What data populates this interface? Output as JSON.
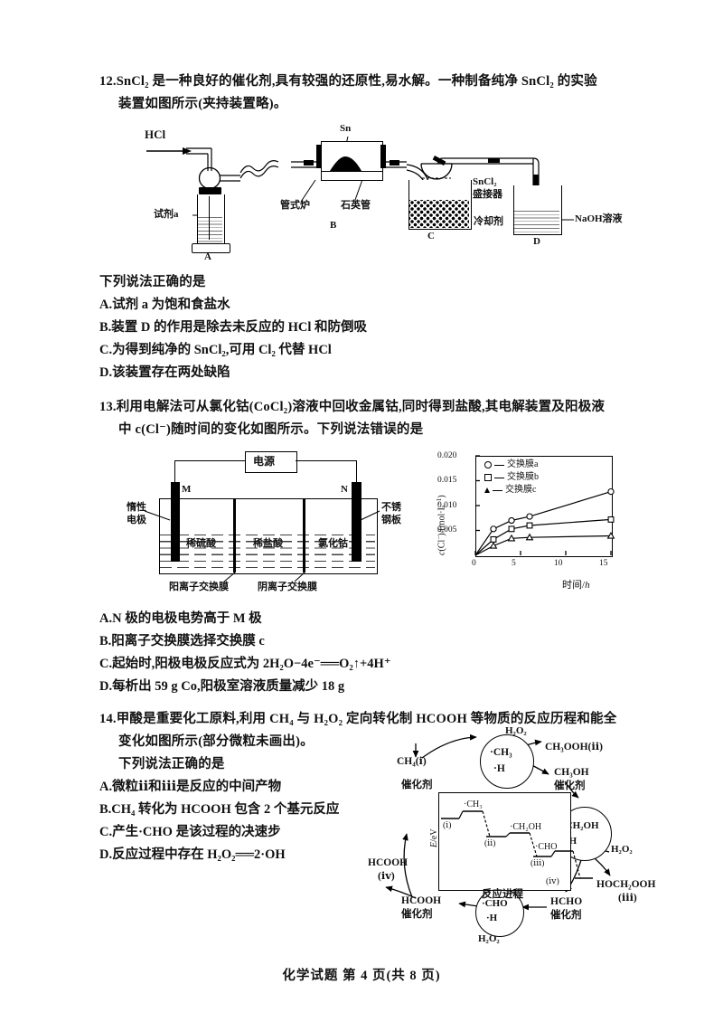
{
  "page": {
    "footer": "化学试题  第 4 页(共 8 页)",
    "paper_width": 800,
    "paper_height": 1130
  },
  "questions": [
    {
      "number": "12.",
      "stem_line1": "SnCl₂ 是一种良好的催化剂,具有较强的还原性,易水解。一种制备纯净 SnCl₂ 的实验",
      "stem_line2": "装置如图所示(夹持装置略)。",
      "prompt": "下列说法正确的是",
      "options": [
        "A.试剂 a 为饱和食盐水",
        "B.装置 D 的作用是除去未反应的 HCl 和防倒吸",
        "C.为得到纯净的 SnCl₂,可用 Cl₂ 代替 HCl",
        "D.该装置存在两处缺陷"
      ],
      "figure_labels": {
        "hcl": "HCl",
        "reagent_a": "试剂a",
        "device_a": "A",
        "sn": "Sn",
        "tube_furnace": "管式炉",
        "quartz_tube": "石英管",
        "device_b": "B",
        "sncl2_receiver_line1": "SnCl₂",
        "sncl2_receiver_line2": "盛接器",
        "coolant": "冷却剂",
        "device_c": "C",
        "naoh": "NaOH溶液",
        "device_d": "D"
      }
    },
    {
      "number": "13.",
      "stem_line1": "利用电解法可从氯化钴(CoCl₂)溶液中回收金属钴,同时得到盐酸,其电解装置及阳极液",
      "stem_line2": "中 c(Cl⁻)随时间的变化如图所示。下列说法错误的是",
      "options": [
        "A.N 极的电极电势高于 M 极",
        "B.阳离子交换膜选择交换膜 c",
        "C.起始时,阳极电极反应式为 2H₂O−4e⁻══O₂↑+4H⁺",
        "D.每析出 59 g Co,阳极室溶液质量减少 18 g"
      ],
      "cell_labels": {
        "power_supply": "电源",
        "electrode_m": "M",
        "electrode_n": "N",
        "inert_electrode_line1": "惰性",
        "inert_electrode_line2": "电极",
        "steel_plate_line1": "不锈",
        "steel_plate_line2": "钢板",
        "dilute_sulfuric": "稀硫酸",
        "dilute_hydrochloric": "稀盐酸",
        "cobalt_chloride": "氯化钴",
        "cation_membrane": "阳离子交换膜",
        "anion_membrane": "阴离子交换膜"
      }
    },
    {
      "number": "14.",
      "stem_line1": "甲酸是重要化工原料,利用 CH₄ 与 H₂O₂ 定向转化制 HCOOH 等物质的反应历程和能全",
      "stem_line2": "变化如图所示(部分微粒未画出)。",
      "prompt": "下列说法正确的是",
      "options": [
        "A.微粒ⅱ和ⅲ是反应的中间产物",
        "B.CH₄ 转化为 HCOOH 包含 2 个基元反应",
        "C.产生·CHO 是该过程的决速步",
        "D.反应过程中存在 H₂O₂══2·OH"
      ],
      "cycle_labels": {
        "ch4_i": "CH₄(ⅰ)",
        "catalyst_1": "催化剂",
        "radical_ch3_line1": "·CH₃",
        "radical_ch3_line2": "·H",
        "h2o2_top": "H₂O₂",
        "ch3ooh_ii": "CH₃OOH(ⅱ)",
        "ch3oh_line1": "CH₃OH",
        "ch3oh_line2": "催化剂",
        "radical_ch2oh_line1": "·CH₂OH",
        "radical_ch2oh_line2": "·H",
        "h2o2_right": "H₂O₂",
        "hoch2ooh_line1": "HOCH₂OOH",
        "hoch2ooh_line2": "(ⅲ)",
        "hcho_line1": "HCHO",
        "hcho_line2": "催化剂",
        "radical_cho_line1": "·CHO",
        "radical_cho_line2": "·H",
        "h2o2_bottom": "H₂O₂",
        "hcooh_cat_line1": "HCOOH",
        "hcooh_cat_line2": "催化剂",
        "hcooh_iv_line1": "HCOOH",
        "hcooh_iv_line2": "(ⅳ)",
        "energy_axis": "E/eV",
        "progress_axis": "反应进程",
        "state_i": "(ⅰ)",
        "state_ii": "(ⅱ)",
        "state_iii": "(ⅲ)",
        "state_iv": "(ⅳ)",
        "sp_ch3": "·CH₃",
        "sp_ch2oh": "·CH₂OH",
        "sp_cho": "·CHO"
      }
    }
  ],
  "chart_data": {
    "type": "line",
    "title": "",
    "xlabel": "时间/h",
    "ylabel": "c(Cl⁻)/(mol·L⁻¹)",
    "xlim": [
      0,
      15
    ],
    "ylim": [
      0,
      0.02
    ],
    "xticks": [
      0,
      5,
      10,
      15
    ],
    "xtick_labels": [
      "0",
      "5",
      "10",
      "15"
    ],
    "yticks": [
      0.005,
      0.01,
      0.015,
      0.02
    ],
    "ytick_labels": [
      "0.005",
      "0.010",
      "0.015",
      "0.020"
    ],
    "grid": false,
    "legend_position": "top-left",
    "x": [
      0,
      2,
      4,
      6,
      15
    ],
    "series": [
      {
        "name": "交换膜a",
        "marker": "circle",
        "values": [
          0,
          0.0053,
          0.007,
          0.0078,
          0.0128
        ]
      },
      {
        "name": "交换膜b",
        "marker": "square",
        "values": [
          0,
          0.0032,
          0.0053,
          0.006,
          0.0072
        ]
      },
      {
        "name": "交换膜c",
        "marker": "triangle",
        "values": [
          0,
          0.0019,
          0.0034,
          0.0036,
          0.0039
        ]
      }
    ]
  },
  "energy_profile": {
    "type": "line",
    "xlabel": "反应进程",
    "ylabel": "E/eV",
    "states": [
      "(ⅰ)",
      "(ⅱ)",
      "(ⅲ)",
      "(ⅳ)"
    ],
    "transition_states": [
      "·CH₃",
      "·CH₂OH",
      "·CHO"
    ],
    "levels": [
      0.86,
      0.93,
      0.62,
      0.66,
      0.38,
      0.44,
      0.14
    ]
  }
}
